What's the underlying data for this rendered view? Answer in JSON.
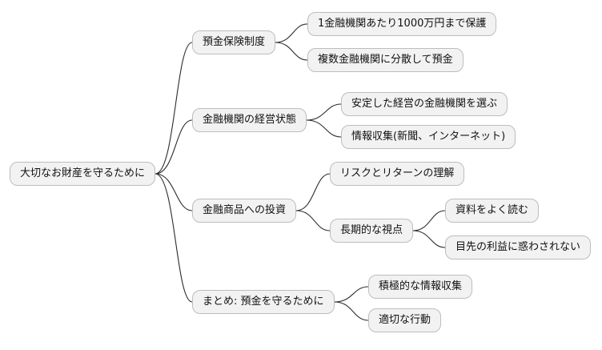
{
  "mindmap": {
    "root": {
      "label": "大切なお財産を守るために"
    },
    "branches": [
      {
        "label": "預金保険制度",
        "children": [
          {
            "label": "1金融機関あたり1000万円まで保護"
          },
          {
            "label": "複数金融機関に分散して預金"
          }
        ]
      },
      {
        "label": "金融機関の経営状態",
        "children": [
          {
            "label": "安定した経営の金融機関を選ぶ"
          },
          {
            "label": "情報収集(新聞、インターネット)"
          }
        ]
      },
      {
        "label": "金融商品への投資",
        "children": [
          {
            "label": "リスクとリターンの理解"
          },
          {
            "label": "長期的な視点",
            "children": [
              {
                "label": "資料をよく読む"
              },
              {
                "label": "目先の利益に惑わされない"
              }
            ]
          }
        ]
      },
      {
        "label": "まとめ: 預金を守るために",
        "children": [
          {
            "label": "積極的な情報収集"
          },
          {
            "label": "適切な行動"
          }
        ]
      }
    ],
    "colors": {
      "background": "#ffffff",
      "node_fill": "#f2f2f2",
      "node_border": "#bdbdbd",
      "node_text": "#111111",
      "line": "#2b2b2b"
    }
  }
}
